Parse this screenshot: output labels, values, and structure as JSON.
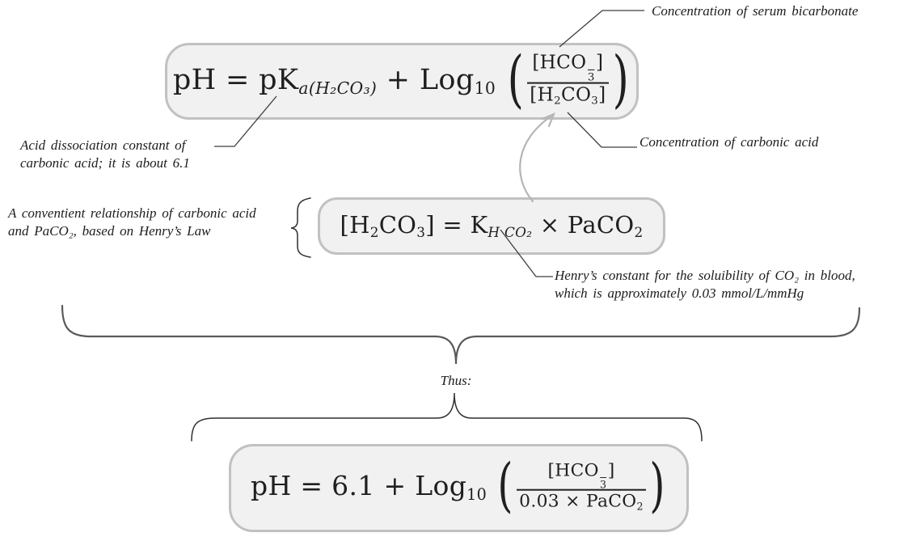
{
  "colors": {
    "background": "#ffffff",
    "box_fill": "#f1f1f1",
    "box_border": "#c1c1c1",
    "formula_text": "#1f1f1f",
    "annotation_text": "#1c1c1c",
    "connector_line": "#3d3d3d",
    "brace": "#5a5a5a",
    "curved_arrow": "#b5b5b5"
  },
  "annotations": {
    "serum_bicarbonate": "Concentration of serum bicarbonate",
    "acid_dissociation": {
      "line1": "Acid dissociation constant of",
      "line2": "carbonic acid; it is about 6.1"
    },
    "carbonic_acid": "Concentration of carbonic acid",
    "henry_relationship": {
      "line1": "A conventient relationship of carbonic acid",
      "line2": "and PaCO₂, based on Henry’s Law"
    },
    "henry_constant": {
      "line1": "Henry’s constant for the soluibility of CO₂ in blood,",
      "line2": "which is approximately 0.03 mmol/L/mmHg"
    },
    "thus": "Thus:"
  },
  "formulas": {
    "henderson_hasselbalch": {
      "plain_text": "pH = pK a(H2CO3) + Log10 ( [HCO3-] / [H2CO3] )",
      "tokens": [
        {
          "t": "txt",
          "v": "pH = pK"
        },
        {
          "t": "sub",
          "v": "a(H₂CO₃)",
          "i": true
        },
        {
          "t": "txt",
          "v": " + Log"
        },
        {
          "t": "sub",
          "v": "10"
        },
        {
          "t": "txt",
          "v": " "
        },
        {
          "t": "paren",
          "v": "("
        },
        {
          "t": "frac",
          "num": [
            {
              "t": "txt",
              "v": "[HCO"
            },
            {
              "t": "stack",
              "top": "−",
              "bot": "3"
            },
            {
              "t": "txt",
              "v": "]"
            }
          ],
          "den": [
            {
              "t": "txt",
              "v": "[H"
            },
            {
              "t": "sub",
              "v": "2"
            },
            {
              "t": "txt",
              "v": "CO"
            },
            {
              "t": "sub",
              "v": "3"
            },
            {
              "t": "txt",
              "v": "]"
            }
          ]
        },
        {
          "t": "paren",
          "v": ")"
        }
      ]
    },
    "henrys_law": {
      "plain_text": "[H2CO3] = K H CO2 × PaCO2",
      "tokens": [
        {
          "t": "txt",
          "v": "[H"
        },
        {
          "t": "sub",
          "v": "2"
        },
        {
          "t": "txt",
          "v": "CO"
        },
        {
          "t": "sub",
          "v": "3"
        },
        {
          "t": "txt",
          "v": "] = K"
        },
        {
          "t": "sub",
          "v": "H CO₂",
          "i": true
        },
        {
          "t": "txt",
          "v": " × PaCO"
        },
        {
          "t": "sub",
          "v": "2"
        }
      ]
    },
    "combined": {
      "plain_text": "pH = 6.1 + Log10 ( [HCO3-] / (0.03 × PaCO2) )",
      "tokens": [
        {
          "t": "txt",
          "v": "pH = 6.1 + Log"
        },
        {
          "t": "sub",
          "v": "10"
        },
        {
          "t": "txt",
          "v": " "
        },
        {
          "t": "paren",
          "v": "("
        },
        {
          "t": "frac",
          "num": [
            {
              "t": "txt",
              "v": "[HCO"
            },
            {
              "t": "stack",
              "top": "−",
              "bot": "3"
            },
            {
              "t": "txt",
              "v": "]"
            }
          ],
          "den": [
            {
              "t": "txt",
              "v": "0.03 × PaCO"
            },
            {
              "t": "sub",
              "v": "2"
            }
          ]
        },
        {
          "t": "paren",
          "v": ")"
        }
      ]
    }
  }
}
